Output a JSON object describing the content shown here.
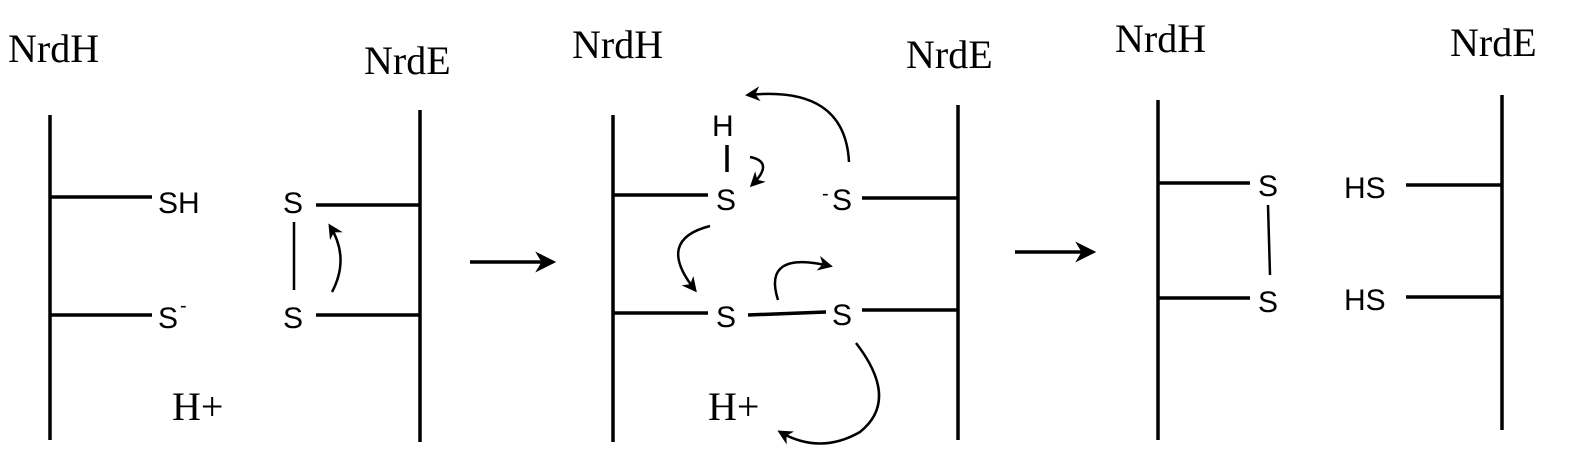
{
  "panels": [
    {
      "left_label": "NrdH",
      "right_label": "NrdE",
      "atoms": {
        "top_left": "SH",
        "bottom_left": "S",
        "bottom_left_charge": "-",
        "top_right": "S",
        "bottom_right": "S"
      },
      "proton": "H+"
    },
    {
      "left_label": "NrdH",
      "right_label": "NrdE",
      "atoms": {
        "hydrogen": "H",
        "top_left": "S",
        "top_right": "S",
        "top_right_charge": "-",
        "bottom_left": "S",
        "bottom_right": "S"
      },
      "proton": "H+"
    },
    {
      "left_label": "NrdH",
      "right_label": "NrdE",
      "atoms": {
        "top_left": "S",
        "bottom_left": "S",
        "top_right": "HS",
        "bottom_right": "HS"
      }
    }
  ],
  "colors": {
    "ink": "#000000",
    "background": "#ffffff"
  }
}
